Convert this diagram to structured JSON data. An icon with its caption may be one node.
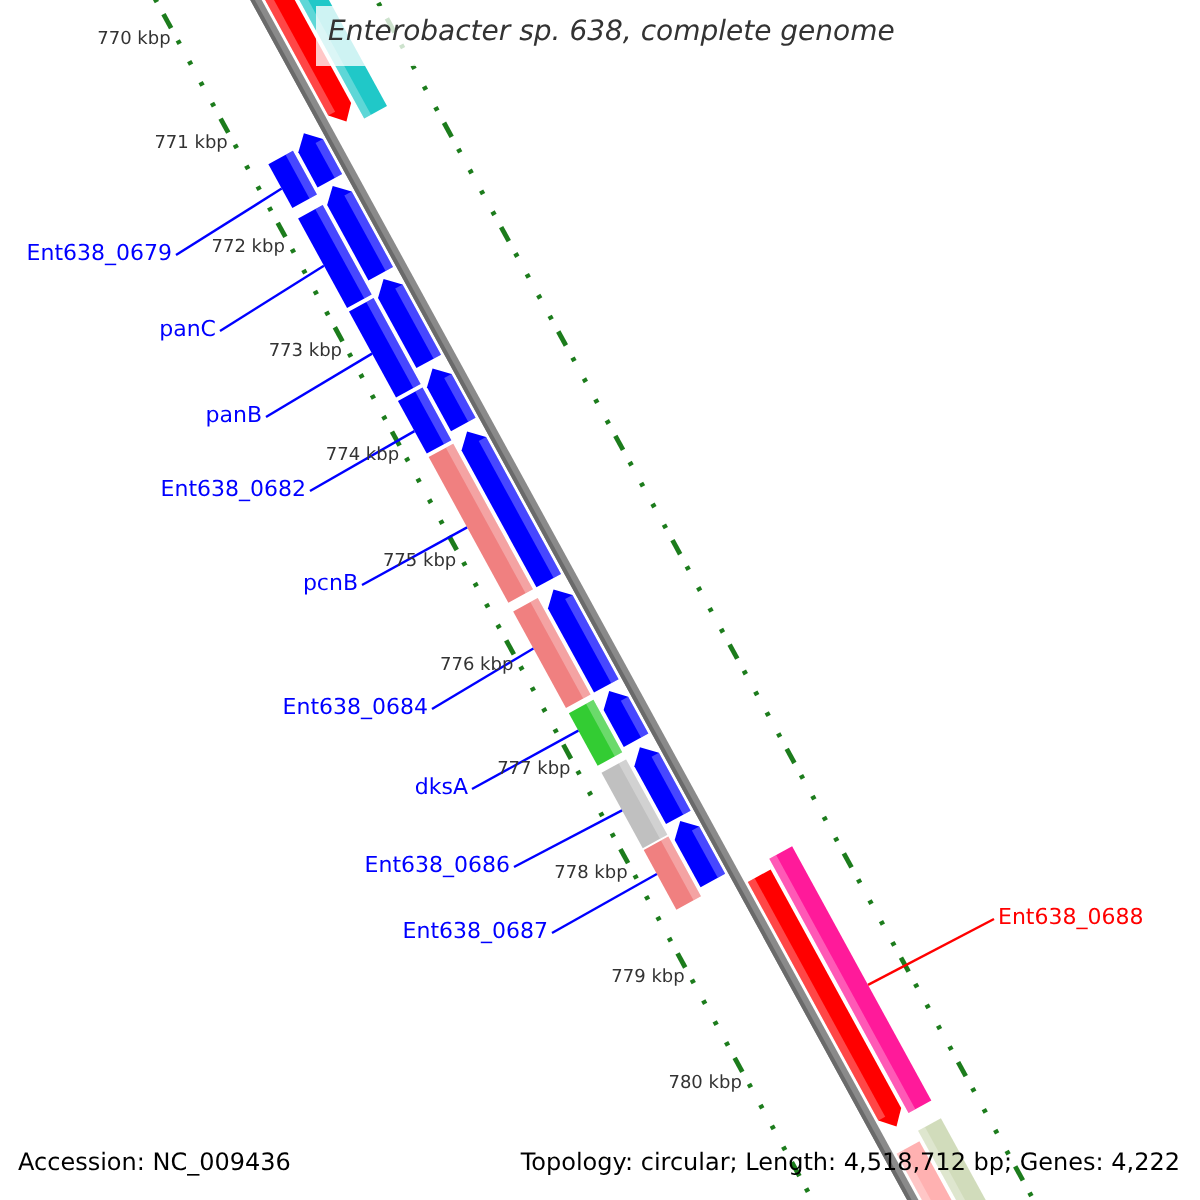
{
  "diagram": {
    "title": "Enterobacter sp. 638, complete genome",
    "nodes": [
      {
        "text": [
          "Ent638_0679"
        ]
      },
      {
        "text": [
          "panC"
        ]
      },
      {
        "text": [
          "panB"
        ]
      },
      {
        "text": [
          "Ent638_0682"
        ]
      },
      {
        "text": [
          "pcnB"
        ]
      },
      {
        "text": [
          "Ent638_0684"
        ]
      },
      {
        "text": [
          "dksA"
        ]
      },
      {
        "text": [
          "Ent638_0686"
        ]
      },
      {
        "text": [
          "Ent638_0687"
        ]
      },
      {
        "text": [
          "Ent638_0688"
        ]
      },
      {
        "text": [],
        "shape": "bar"
      },
      {
        "text": [],
        "shape": "bar"
      },
      {
        "text": [],
        "shape": "bar"
      },
      {
        "text": [],
        "shape": "bar"
      },
      {
        "text": [],
        "shape": "bar"
      },
      {
        "text": [],
        "shape": "bar"
      },
      {
        "text": [],
        "shape": "bar"
      },
      {
        "text": [],
        "shape": "bar"
      },
      {
        "text": [],
        "shape": "bar"
      },
      {
        "text": [],
        "shape": "bar"
      },
      {
        "text": [],
        "shape": "bar"
      },
      {
        "text": [],
        "shape": "bar"
      },
      {
        "text": [],
        "shape": "bar"
      },
      {
        "text": [],
        "shape": "bar"
      },
      {
        "text": [],
        "shape": "bar"
      },
      {
        "text": [],
        "shape": "bar"
      },
      {
        "text": [],
        "shape": "bar"
      },
      {
        "text": [],
        "shape": "bar"
      },
      {
        "text": [],
        "shape": "bar"
      },
      {
        "text": [],
        "shape": "bar"
      },
      {
        "text": [],
        "shape": "bar"
      },
      {
        "text": [],
        "shape": "bar"
      },
      {
        "text": [],
        "shape": "bar"
      },
      {
        "text": [],
        "shape": "bar"
      }
    ],
    "edges": [
      {
        "from": 0,
        "to": 12,
        "arrow": "none"
      },
      {
        "from": 1,
        "to": 14,
        "arrow": "none"
      },
      {
        "from": 2,
        "to": 16,
        "arrow": "none"
      },
      {
        "from": 3,
        "to": 18,
        "arrow": "none"
      },
      {
        "from": 4,
        "to": 20,
        "arrow": "none"
      },
      {
        "from": 5,
        "to": 22,
        "arrow": "none"
      },
      {
        "from": 6,
        "to": 24,
        "arrow": "none"
      },
      {
        "from": 7,
        "to": 26,
        "arrow": "none"
      },
      {
        "from": 8,
        "to": 28,
        "arrow": "none"
      },
      {
        "from": 9,
        "to": 30,
        "arrow": "none",
        "color": "#ff0000"
      }
    ],
    "labels": [
      "770 kbp",
      "771 kbp",
      "772 kbp",
      "773 kbp",
      "774 kbp",
      "775 kbp",
      "776 kbp",
      "777 kbp",
      "778 kbp",
      "779 kbp",
      "780 kbp",
      "Accession: NC_009436",
      "Topology: circular; Length: 4,518,712 bp; Genes: 4,222"
    ]
  }
}
